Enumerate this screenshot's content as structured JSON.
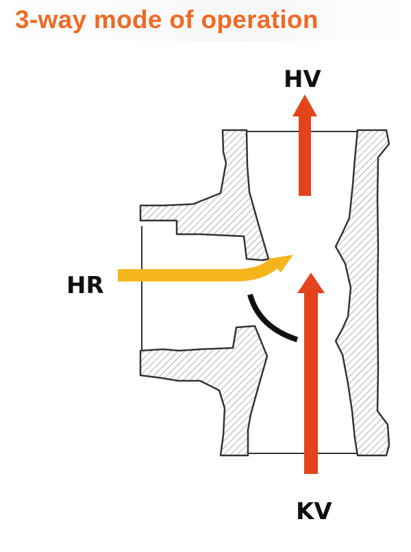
{
  "title": "3-way mode of operation",
  "colors": {
    "title": "#ef6a24",
    "hot_flow_arrow": "#e4431b",
    "return_flow_arrow": "#f6b41d",
    "valve_outline": "#333333",
    "valve_hatch": "#9a9a9a",
    "flap": "#111111"
  },
  "labels": {
    "hv": "HV",
    "hr": "HR",
    "kv": "KV"
  }
}
